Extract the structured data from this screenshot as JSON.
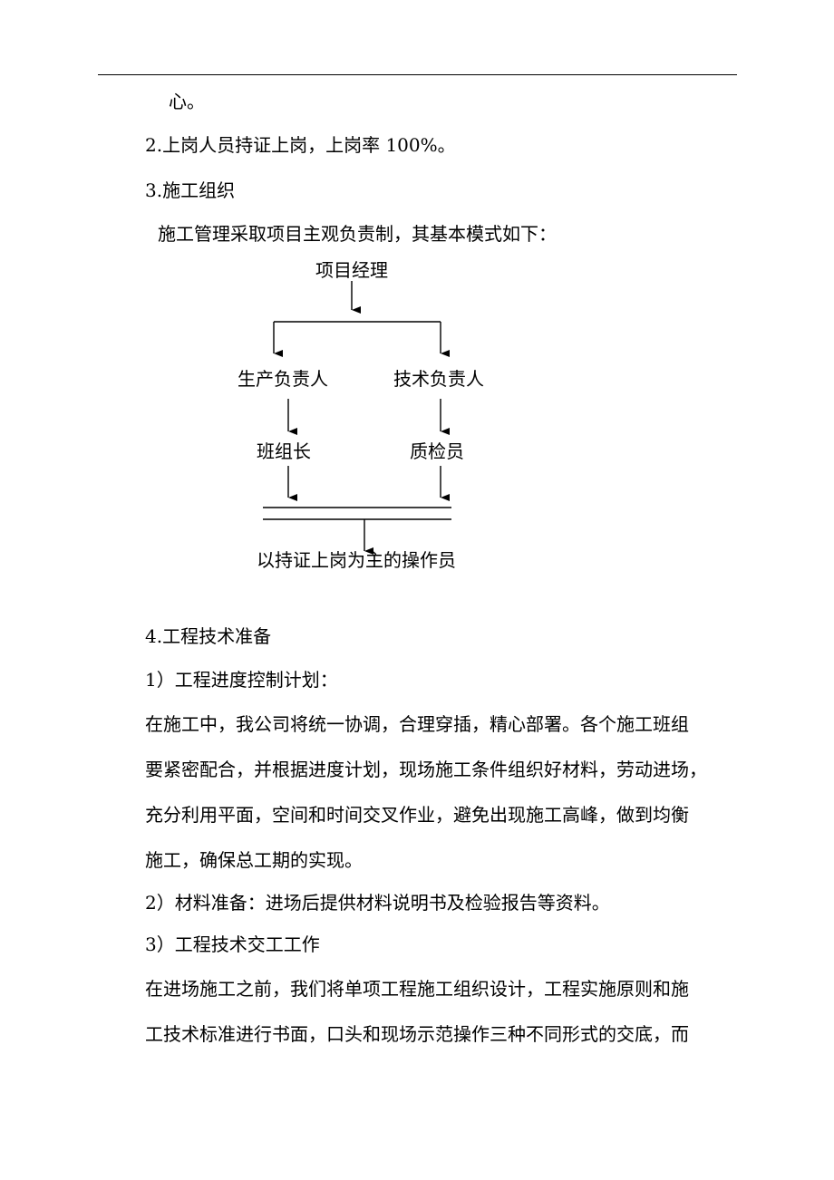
{
  "document": {
    "line_continuation": "心。",
    "item2": "2.上岗人员持证上岗，上岗率 100%。",
    "item3_heading": "3.施工组织",
    "item3_intro": "施工管理采取项目主观负责制，其基本模式如下：",
    "org_chart": {
      "top": "项目经理",
      "left_manager": "生产负责人",
      "right_manager": "技术负责人",
      "left_sub": "班组长",
      "right_sub": "质检员",
      "bottom": "以持证上岗为主的操作员"
    },
    "item4_heading": "4.工程技术准备",
    "sub1_heading": "1）工程进度控制计划：",
    "sub1_lines": [
      "在施工中，我公司将统一协调，合理穿插，精心部署。各个施工班组",
      "要紧密配合，并根据进度计划，现场施工条件组织好材料，劳动进场，",
      "充分利用平面，空间和时间交叉作业，避免出现施工高峰，做到均衡",
      "施工，确保总工期的实现。"
    ],
    "sub2": "2）材料准备：进场后提供材料说明书及检验报告等资料。",
    "sub3_heading": "3）工程技术交工工作",
    "sub3_lines": [
      "在进场施工之前，我们将单项工程施工组织设计，工程实施原则和施",
      "工技术标准进行书面，口头和现场示范操作三种不同形式的交底，而"
    ]
  }
}
